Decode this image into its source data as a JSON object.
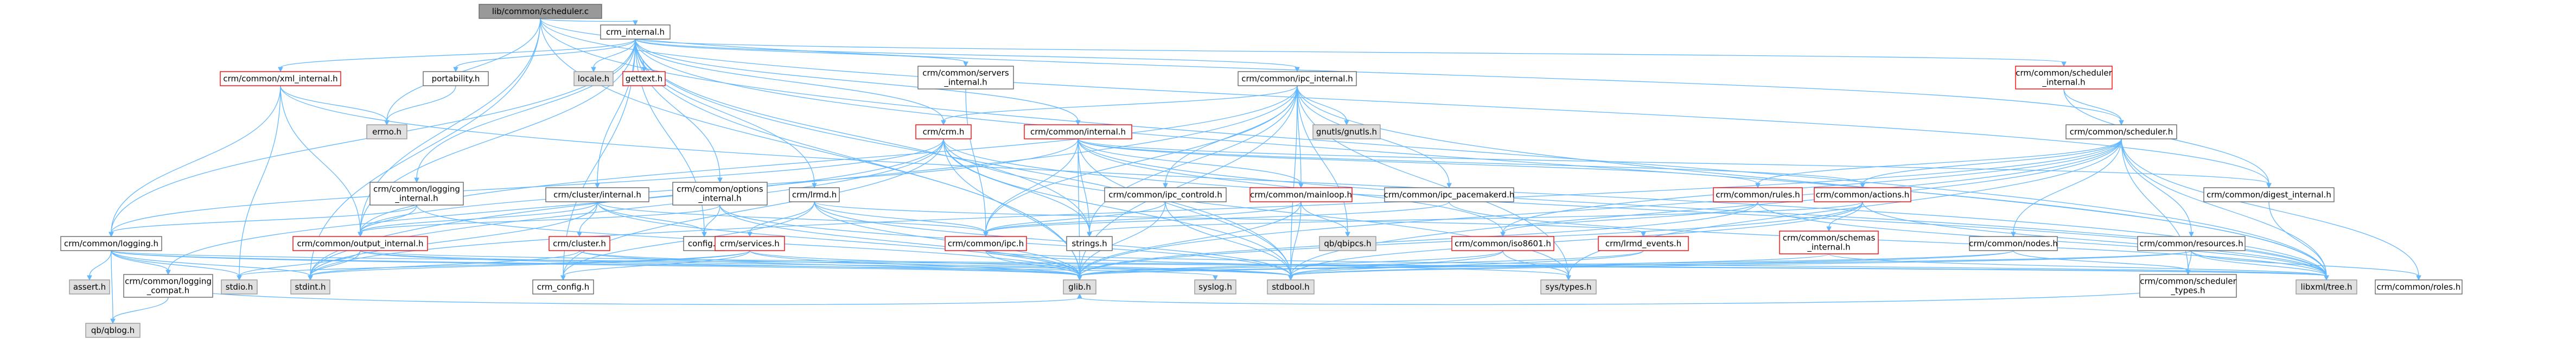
{
  "graph": {
    "colors": {
      "edge": "#63b8ff",
      "normal_fill": "#ffffff",
      "normal_stroke": "#666666",
      "root_fill": "#999999",
      "root_stroke": "#666666",
      "missing_fill": "#e0e0e0",
      "missing_stroke": "#999999",
      "incomplete_stroke": "#ff0000"
    },
    "nodes": [
      {
        "id": "root",
        "label": "lib/common/scheduler.c",
        "kind": "root"
      },
      {
        "id": "crm_internal",
        "label": "crm_internal.h",
        "kind": "normal"
      },
      {
        "id": "xml_internal",
        "label": "crm/common/xml_internal.h",
        "kind": "incomplete"
      },
      {
        "id": "portability",
        "label": "portability.h",
        "kind": "normal"
      },
      {
        "id": "locale",
        "label": "locale.h",
        "kind": "missing"
      },
      {
        "id": "gettext",
        "label": "gettext.h",
        "kind": "incomplete"
      },
      {
        "id": "servers_int",
        "label": "crm/common/servers\n_internal.h",
        "kind": "normal"
      },
      {
        "id": "ipc_int",
        "label": "crm/common/ipc_internal.h",
        "kind": "normal"
      },
      {
        "id": "sched_int",
        "label": "crm/common/scheduler\n_internal.h",
        "kind": "incomplete"
      },
      {
        "id": "errno",
        "label": "errno.h",
        "kind": "missing"
      },
      {
        "id": "crm_h",
        "label": "crm/crm.h",
        "kind": "incomplete"
      },
      {
        "id": "gnutls",
        "label": "gnutls/gnutls.h",
        "kind": "missing"
      },
      {
        "id": "common_int",
        "label": "crm/common/internal.h",
        "kind": "incomplete"
      },
      {
        "id": "scheduler_h",
        "label": "crm/common/scheduler.h",
        "kind": "normal"
      },
      {
        "id": "log_int",
        "label": "crm/common/logging\n_internal.h",
        "kind": "normal"
      },
      {
        "id": "cluster_int",
        "label": "crm/cluster/internal.h",
        "kind": "normal"
      },
      {
        "id": "opt_int",
        "label": "crm/common/options\n_internal.h",
        "kind": "normal"
      },
      {
        "id": "lrmd",
        "label": "crm/lrmd.h",
        "kind": "normal"
      },
      {
        "id": "ipc_ctrld",
        "label": "crm/common/ipc_controld.h",
        "kind": "normal"
      },
      {
        "id": "mainloop",
        "label": "crm/common/mainloop.h",
        "kind": "incomplete"
      },
      {
        "id": "ipc_pace",
        "label": "crm/common/ipc_pacemakerd.h",
        "kind": "normal"
      },
      {
        "id": "rules",
        "label": "crm/common/rules.h",
        "kind": "incomplete"
      },
      {
        "id": "actions",
        "label": "crm/common/actions.h",
        "kind": "incomplete"
      },
      {
        "id": "digest_int",
        "label": "crm/common/digest_internal.h",
        "kind": "normal"
      },
      {
        "id": "logging",
        "label": "crm/common/logging.h",
        "kind": "normal"
      },
      {
        "id": "cluster_h",
        "label": "crm/cluster.h",
        "kind": "incomplete"
      },
      {
        "id": "config",
        "label": "config.h",
        "kind": "normal"
      },
      {
        "id": "output_int",
        "label": "crm/common/output_internal.h",
        "kind": "incomplete"
      },
      {
        "id": "services",
        "label": "crm/services.h",
        "kind": "incomplete"
      },
      {
        "id": "ipc_h",
        "label": "crm/common/ipc.h",
        "kind": "incomplete"
      },
      {
        "id": "strings",
        "label": "strings.h",
        "kind": "normal"
      },
      {
        "id": "qb_ipcs",
        "label": "qb/qbipcs.h",
        "kind": "missing"
      },
      {
        "id": "iso8601",
        "label": "crm/common/iso8601.h",
        "kind": "incomplete"
      },
      {
        "id": "lrmd_events",
        "label": "crm/lrmd_events.h",
        "kind": "incomplete"
      },
      {
        "id": "schemas_int",
        "label": "crm/common/schemas\n_internal.h",
        "kind": "incomplete"
      },
      {
        "id": "nodes",
        "label": "crm/common/nodes.h",
        "kind": "normal"
      },
      {
        "id": "resources",
        "label": "crm/common/resources.h",
        "kind": "normal"
      },
      {
        "id": "assert",
        "label": "assert.h",
        "kind": "missing"
      },
      {
        "id": "log_compat",
        "label": "crm/common/logging\n_compat.h",
        "kind": "normal"
      },
      {
        "id": "stdio",
        "label": "stdio.h",
        "kind": "missing"
      },
      {
        "id": "stdint",
        "label": "stdint.h",
        "kind": "missing"
      },
      {
        "id": "crm_config",
        "label": "crm_config.h",
        "kind": "normal"
      },
      {
        "id": "glib",
        "label": "glib.h",
        "kind": "missing"
      },
      {
        "id": "syslog",
        "label": "syslog.h",
        "kind": "missing"
      },
      {
        "id": "stdbool",
        "label": "stdbool.h",
        "kind": "missing"
      },
      {
        "id": "systypes",
        "label": "sys/types.h",
        "kind": "missing"
      },
      {
        "id": "sched_types",
        "label": "crm/common/scheduler\n_types.h",
        "kind": "normal"
      },
      {
        "id": "libxml",
        "label": "libxml/tree.h",
        "kind": "missing"
      },
      {
        "id": "roles",
        "label": "crm/common/roles.h",
        "kind": "normal"
      },
      {
        "id": "qblog",
        "label": "qb/qblog.h",
        "kind": "missing"
      }
    ],
    "edges": [
      [
        "root",
        "crm_internal"
      ],
      [
        "root",
        "errno"
      ],
      [
        "root",
        "glib"
      ],
      [
        "root",
        "stdint"
      ],
      [
        "root",
        "libxml"
      ],
      [
        "root",
        "scheduler_h"
      ],
      [
        "root",
        "digest_int"
      ],
      [
        "root",
        "output_int"
      ],
      [
        "crm_internal",
        "config"
      ],
      [
        "crm_internal",
        "glib"
      ],
      [
        "crm_internal",
        "portability"
      ],
      [
        "crm_internal",
        "locale"
      ],
      [
        "crm_internal",
        "gettext"
      ],
      [
        "crm_internal",
        "xml_internal"
      ],
      [
        "crm_internal",
        "servers_int"
      ],
      [
        "crm_internal",
        "ipc_int"
      ],
      [
        "crm_internal",
        "sched_int"
      ],
      [
        "crm_internal",
        "log_int"
      ],
      [
        "crm_internal",
        "cluster_int"
      ],
      [
        "crm_internal",
        "opt_int"
      ],
      [
        "crm_internal",
        "lrmd"
      ],
      [
        "crm_internal",
        "common_int"
      ],
      [
        "crm_internal",
        "logging"
      ],
      [
        "crm_internal",
        "output_int"
      ],
      [
        "crm_internal",
        "crm_h"
      ],
      [
        "crm_internal",
        "strings"
      ],
      [
        "crm_internal",
        "libxml"
      ],
      [
        "crm_internal",
        "stdbool"
      ],
      [
        "crm_internal",
        "crm_config"
      ],
      [
        "xml_internal",
        "stdio"
      ],
      [
        "xml_internal",
        "output_int"
      ],
      [
        "xml_internal",
        "logging"
      ],
      [
        "xml_internal",
        "libxml"
      ],
      [
        "xml_internal",
        "errno"
      ],
      [
        "portability",
        "errno"
      ],
      [
        "servers_int",
        "ipc_h"
      ],
      [
        "ipc_int",
        "glib"
      ],
      [
        "ipc_int",
        "gnutls"
      ],
      [
        "ipc_int",
        "crm_h"
      ],
      [
        "ipc_int",
        "ipc_h"
      ],
      [
        "ipc_int",
        "ipc_ctrld"
      ],
      [
        "ipc_int",
        "mainloop"
      ],
      [
        "ipc_int",
        "ipc_pace"
      ],
      [
        "ipc_int",
        "strings"
      ],
      [
        "ipc_int",
        "stdint"
      ],
      [
        "ipc_int",
        "stdbool"
      ],
      [
        "ipc_int",
        "systypes"
      ],
      [
        "ipc_int",
        "qb_ipcs"
      ],
      [
        "ipc_int",
        "libxml"
      ],
      [
        "ipc_int",
        "output_int"
      ],
      [
        "sched_int",
        "scheduler_h"
      ],
      [
        "sched_int",
        "digest_int"
      ],
      [
        "crm_h",
        "logging"
      ],
      [
        "crm_h",
        "glib"
      ],
      [
        "crm_h",
        "stdbool"
      ],
      [
        "crm_h",
        "libxml"
      ],
      [
        "crm_h",
        "stdint"
      ],
      [
        "crm_h",
        "strings"
      ],
      [
        "crm_h",
        "systypes"
      ],
      [
        "crm_h",
        "crm_config"
      ],
      [
        "crm_h",
        "log_compat"
      ],
      [
        "common_int",
        "glib"
      ],
      [
        "common_int",
        "ipc_h"
      ],
      [
        "common_int",
        "mainloop"
      ],
      [
        "common_int",
        "strings"
      ],
      [
        "common_int",
        "stdbool"
      ],
      [
        "common_int",
        "digest_int"
      ],
      [
        "common_int",
        "libxml"
      ],
      [
        "common_int",
        "rules"
      ],
      [
        "common_int",
        "actions"
      ],
      [
        "common_int",
        "iso8601"
      ],
      [
        "common_int",
        "output_int"
      ],
      [
        "scheduler_h",
        "glib"
      ],
      [
        "scheduler_h",
        "stdbool"
      ],
      [
        "scheduler_h",
        "stdint"
      ],
      [
        "scheduler_h",
        "libxml"
      ],
      [
        "scheduler_h",
        "rules"
      ],
      [
        "scheduler_h",
        "actions"
      ],
      [
        "scheduler_h",
        "nodes"
      ],
      [
        "scheduler_h",
        "resources"
      ],
      [
        "scheduler_h",
        "roles"
      ],
      [
        "scheduler_h",
        "iso8601"
      ],
      [
        "scheduler_h",
        "sched_types"
      ],
      [
        "scheduler_h",
        "systypes"
      ],
      [
        "log_int",
        "glib"
      ],
      [
        "log_int",
        "logging"
      ],
      [
        "log_int",
        "output_int"
      ],
      [
        "cluster_int",
        "cluster_h"
      ],
      [
        "cluster_int",
        "ipc_h"
      ],
      [
        "cluster_int",
        "glib"
      ],
      [
        "cluster_int",
        "config"
      ],
      [
        "cluster_int",
        "stdint"
      ],
      [
        "cluster_int",
        "output_int"
      ],
      [
        "opt_int",
        "glib"
      ],
      [
        "opt_int",
        "stdbool"
      ],
      [
        "opt_int",
        "config"
      ],
      [
        "opt_int",
        "output_int"
      ],
      [
        "lrmd",
        "services"
      ],
      [
        "lrmd",
        "stdbool"
      ],
      [
        "lrmd",
        "glib"
      ],
      [
        "lrmd",
        "ipc_h"
      ],
      [
        "lrmd",
        "lrmd_events"
      ],
      [
        "lrmd",
        "crm_config"
      ],
      [
        "ipc_ctrld",
        "glib"
      ],
      [
        "ipc_ctrld",
        "stdbool"
      ],
      [
        "ipc_ctrld",
        "ipc_h"
      ],
      [
        "mainloop",
        "glib"
      ],
      [
        "mainloop",
        "stdbool"
      ],
      [
        "mainloop",
        "qb_ipcs"
      ],
      [
        "mainloop",
        "ipc_h"
      ],
      [
        "ipc_pace",
        "ipc_h"
      ],
      [
        "ipc_pace",
        "libxml"
      ],
      [
        "rules",
        "glib"
      ],
      [
        "rules",
        "libxml"
      ],
      [
        "rules",
        "iso8601"
      ],
      [
        "actions",
        "glib"
      ],
      [
        "actions",
        "stdbool"
      ],
      [
        "actions",
        "libxml"
      ],
      [
        "actions",
        "strings"
      ],
      [
        "actions",
        "schemas_int"
      ],
      [
        "digest_int",
        "libxml"
      ],
      [
        "logging",
        "stdio"
      ],
      [
        "logging",
        "glib"
      ],
      [
        "logging",
        "qblog"
      ],
      [
        "logging",
        "assert"
      ],
      [
        "logging",
        "libxml"
      ],
      [
        "logging",
        "log_compat"
      ],
      [
        "logging",
        "stdint"
      ],
      [
        "logging",
        "syslog"
      ],
      [
        "output_int",
        "stdio"
      ],
      [
        "output_int",
        "stdbool"
      ],
      [
        "output_int",
        "stdint"
      ],
      [
        "output_int",
        "libxml"
      ],
      [
        "output_int",
        "glib"
      ],
      [
        "services",
        "glib"
      ],
      [
        "services",
        "stdio"
      ],
      [
        "services",
        "stdint"
      ],
      [
        "services",
        "stdbool"
      ],
      [
        "services",
        "crm_config"
      ],
      [
        "ipc_h",
        "glib"
      ],
      [
        "ipc_h",
        "systypes"
      ],
      [
        "ipc_h",
        "libxml"
      ],
      [
        "iso8601",
        "glib"
      ],
      [
        "iso8601",
        "systypes"
      ],
      [
        "iso8601",
        "stdbool"
      ],
      [
        "lrmd_events",
        "glib"
      ],
      [
        "lrmd_events",
        "stdbool"
      ],
      [
        "schemas_int",
        "glib"
      ],
      [
        "schemas_int",
        "libxml"
      ],
      [
        "nodes",
        "glib"
      ],
      [
        "nodes",
        "stdbool"
      ],
      [
        "nodes",
        "sched_types"
      ],
      [
        "resources",
        "glib"
      ],
      [
        "resources",
        "stdbool"
      ],
      [
        "resources",
        "roles"
      ],
      [
        "resources",
        "libxml"
      ],
      [
        "resources",
        "sched_types"
      ],
      [
        "sched_types",
        "glib"
      ],
      [
        "log_compat",
        "glib"
      ],
      [
        "log_compat",
        "qblog"
      ],
      [
        "cluster_h",
        "glib"
      ],
      [
        "cluster_h",
        "stdbool"
      ],
      [
        "cluster_h",
        "stdint"
      ]
    ]
  }
}
